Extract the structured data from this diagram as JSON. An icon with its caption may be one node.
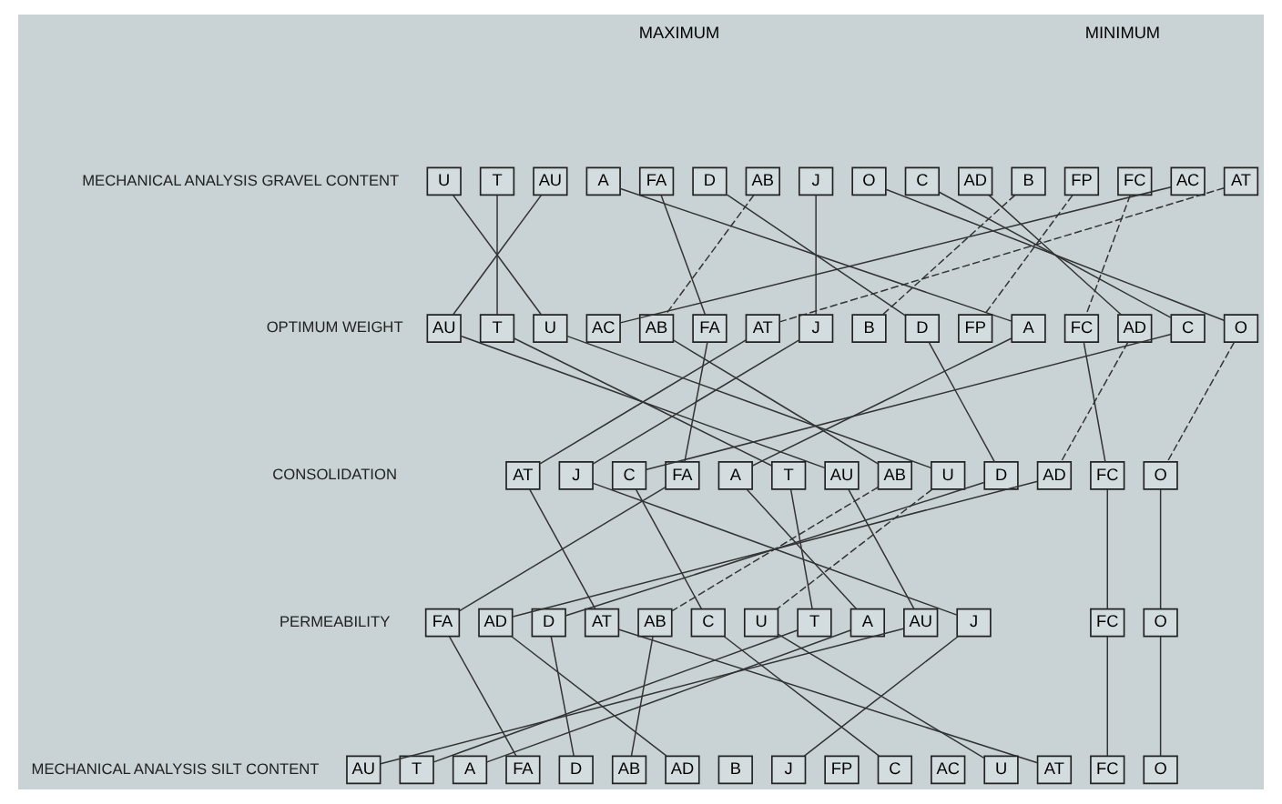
{
  "diagram": {
    "nodes": [
      {
        "text": [
          "U"
        ]
      },
      {
        "text": [
          "T"
        ]
      },
      {
        "text": [
          "AU"
        ]
      },
      {
        "text": [
          "A"
        ]
      },
      {
        "text": [
          "FA"
        ]
      },
      {
        "text": [
          "D"
        ]
      },
      {
        "text": [
          "AB"
        ]
      },
      {
        "text": [
          "J"
        ]
      },
      {
        "text": [
          "O"
        ]
      },
      {
        "text": [
          "C"
        ]
      },
      {
        "text": [
          "AD"
        ]
      },
      {
        "text": [
          "B"
        ]
      },
      {
        "text": [
          "FP"
        ]
      },
      {
        "text": [
          "FC"
        ]
      },
      {
        "text": [
          "AC"
        ]
      },
      {
        "text": [
          "AT"
        ]
      },
      {
        "text": [
          "AU"
        ]
      },
      {
        "text": [
          "T"
        ]
      },
      {
        "text": [
          "U"
        ]
      },
      {
        "text": [
          "AC"
        ]
      },
      {
        "text": [
          "AB"
        ]
      },
      {
        "text": [
          "FA"
        ]
      },
      {
        "text": [
          "AT"
        ]
      },
      {
        "text": [
          "J"
        ]
      },
      {
        "text": [
          "B"
        ]
      },
      {
        "text": [
          "D"
        ]
      },
      {
        "text": [
          "FP"
        ]
      },
      {
        "text": [
          "A"
        ]
      },
      {
        "text": [
          "FC"
        ]
      },
      {
        "text": [
          "AD"
        ]
      },
      {
        "text": [
          "C"
        ]
      },
      {
        "text": [
          "O"
        ]
      },
      {
        "text": [
          "AT"
        ]
      },
      {
        "text": [
          "J"
        ]
      },
      {
        "text": [
          "C"
        ]
      },
      {
        "text": [
          "FA"
        ]
      },
      {
        "text": [
          "A"
        ]
      },
      {
        "text": [
          "T"
        ]
      },
      {
        "text": [
          "AU"
        ]
      },
      {
        "text": [
          "AB"
        ]
      },
      {
        "text": [
          "U"
        ]
      },
      {
        "text": [
          "D"
        ]
      },
      {
        "text": [
          "AD"
        ]
      },
      {
        "text": [
          "FC"
        ]
      },
      {
        "text": [
          "O"
        ]
      },
      {
        "text": [
          "FA"
        ]
      },
      {
        "text": [
          "AD"
        ]
      },
      {
        "text": [
          "D"
        ]
      },
      {
        "text": [
          "AT"
        ]
      },
      {
        "text": [
          "AB"
        ]
      },
      {
        "text": [
          "C"
        ]
      },
      {
        "text": [
          "U"
        ]
      },
      {
        "text": [
          "T"
        ]
      },
      {
        "text": [
          "A"
        ]
      },
      {
        "text": [
          "AU"
        ]
      },
      {
        "text": [
          "J"
        ]
      },
      {
        "text": [
          "FC"
        ]
      },
      {
        "text": [
          "O"
        ]
      },
      {
        "text": [
          "AU"
        ]
      },
      {
        "text": [
          "T"
        ]
      },
      {
        "text": [
          "A"
        ]
      },
      {
        "text": [
          "FA"
        ]
      },
      {
        "text": [
          "D"
        ]
      },
      {
        "text": [
          "AB"
        ]
      },
      {
        "text": [
          "AD"
        ]
      },
      {
        "text": [
          "B"
        ]
      },
      {
        "text": [
          "J"
        ]
      },
      {
        "text": [
          "FP"
        ]
      },
      {
        "text": [
          "C"
        ]
      },
      {
        "text": [
          "AC"
        ]
      },
      {
        "text": [
          "U"
        ]
      },
      {
        "text": [
          "AT"
        ]
      },
      {
        "text": [
          "FC"
        ]
      },
      {
        "text": [
          "O"
        ]
      }
    ],
    "edges": [
      {
        "from": 0,
        "to": 18,
        "arrow": "none"
      },
      {
        "from": 1,
        "to": 17,
        "arrow": "none"
      },
      {
        "from": 2,
        "to": 16,
        "arrow": "none"
      },
      {
        "from": 3,
        "to": 27,
        "arrow": "none"
      },
      {
        "from": 4,
        "to": 21,
        "arrow": "none"
      },
      {
        "from": 5,
        "to": 25,
        "arrow": "none"
      },
      {
        "from": 6,
        "to": 20,
        "arrow": "none",
        "style": "dashed"
      },
      {
        "from": 7,
        "to": 23,
        "arrow": "none"
      },
      {
        "from": 8,
        "to": 31,
        "arrow": "none"
      },
      {
        "from": 9,
        "to": 30,
        "arrow": "none"
      },
      {
        "from": 10,
        "to": 29,
        "arrow": "none"
      },
      {
        "from": 11,
        "to": 24,
        "arrow": "none",
        "style": "dashed"
      },
      {
        "from": 12,
        "to": 26,
        "arrow": "none",
        "style": "dashed"
      },
      {
        "from": 13,
        "to": 28,
        "arrow": "none",
        "style": "dashed"
      },
      {
        "from": 14,
        "to": 19,
        "arrow": "none"
      },
      {
        "from": 15,
        "to": 22,
        "arrow": "none",
        "style": "dashed"
      },
      {
        "from": 16,
        "to": 38,
        "arrow": "none"
      },
      {
        "from": 17,
        "to": 37,
        "arrow": "none"
      },
      {
        "from": 18,
        "to": 40,
        "arrow": "none"
      },
      {
        "from": 20,
        "to": 39,
        "arrow": "none"
      },
      {
        "from": 21,
        "to": 35,
        "arrow": "none"
      },
      {
        "from": 22,
        "to": 32,
        "arrow": "none"
      },
      {
        "from": 23,
        "to": 33,
        "arrow": "none"
      },
      {
        "from": 25,
        "to": 41,
        "arrow": "none"
      },
      {
        "from": 27,
        "to": 36,
        "arrow": "none"
      },
      {
        "from": 28,
        "to": 43,
        "arrow": "none"
      },
      {
        "from": 29,
        "to": 42,
        "arrow": "none",
        "style": "dashed"
      },
      {
        "from": 30,
        "to": 34,
        "arrow": "none"
      },
      {
        "from": 31,
        "to": 44,
        "arrow": "none",
        "style": "dashed"
      },
      {
        "from": 32,
        "to": 48,
        "arrow": "none"
      },
      {
        "from": 33,
        "to": 55,
        "arrow": "none"
      },
      {
        "from": 34,
        "to": 50,
        "arrow": "none"
      },
      {
        "from": 35,
        "to": 45,
        "arrow": "none"
      },
      {
        "from": 36,
        "to": 53,
        "arrow": "none"
      },
      {
        "from": 37,
        "to": 52,
        "arrow": "none"
      },
      {
        "from": 38,
        "to": 54,
        "arrow": "none"
      },
      {
        "from": 39,
        "to": 49,
        "arrow": "none",
        "style": "dashed"
      },
      {
        "from": 40,
        "to": 51,
        "arrow": "none",
        "style": "dashed"
      },
      {
        "from": 41,
        "to": 47,
        "arrow": "none"
      },
      {
        "from": 42,
        "to": 46,
        "arrow": "none"
      },
      {
        "from": 43,
        "to": 56,
        "arrow": "none"
      },
      {
        "from": 44,
        "to": 57,
        "arrow": "none"
      },
      {
        "from": 45,
        "to": 61,
        "arrow": "none"
      },
      {
        "from": 46,
        "to": 64,
        "arrow": "none"
      },
      {
        "from": 47,
        "to": 62,
        "arrow": "none"
      },
      {
        "from": 48,
        "to": 71,
        "arrow": "none"
      },
      {
        "from": 49,
        "to": 63,
        "arrow": "none"
      },
      {
        "from": 50,
        "to": 68,
        "arrow": "none"
      },
      {
        "from": 51,
        "to": 70,
        "arrow": "none"
      },
      {
        "from": 52,
        "to": 59,
        "arrow": "none"
      },
      {
        "from": 53,
        "to": 60,
        "arrow": "none"
      },
      {
        "from": 54,
        "to": 58,
        "arrow": "none"
      },
      {
        "from": 55,
        "to": 66,
        "arrow": "none"
      },
      {
        "from": 56,
        "to": 72,
        "arrow": "none"
      },
      {
        "from": 57,
        "to": 73,
        "arrow": "none"
      }
    ],
    "labels": [
      "MAXIMUM",
      "MINIMUM",
      "MECHANICAL ANALYSIS GRAVEL CONTENT",
      "OPTIMUM WEIGHT",
      "CONSOLIDATION",
      "PERMEABILITY",
      "MECHANICAL ANALYSIS SILT CONTENT"
    ]
  }
}
